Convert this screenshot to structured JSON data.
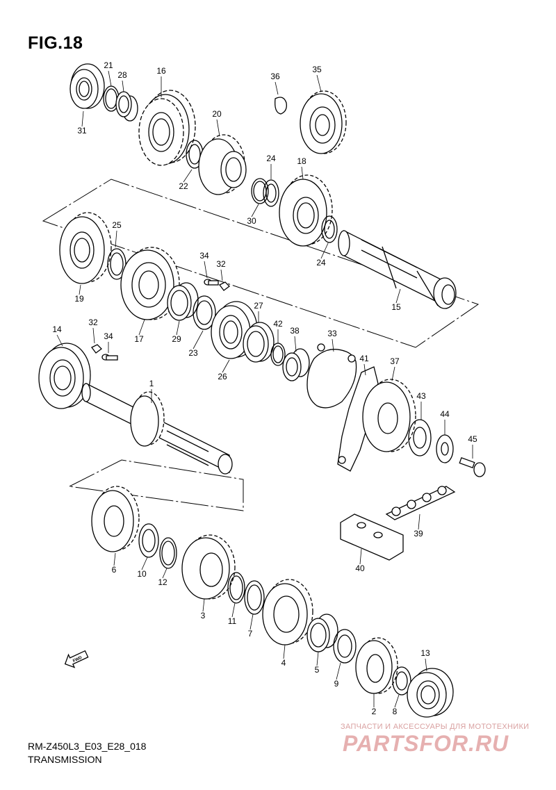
{
  "figure": {
    "title": "FIG.18",
    "code": "RM-Z450L3_E03_E28_018",
    "caption": "TRANSMISSION"
  },
  "watermark": {
    "tagline": "ЗАПЧАСТИ И АКСЕССУАРЫ ДЛЯ МОТОТЕХНИКИ",
    "logo": "PARTSFOR.RU",
    "color": "#e6b0b0"
  },
  "direction_badge": {
    "label": "FWD",
    "icon": "fwd-arrow-icon"
  },
  "callouts": [
    {
      "id": "c21",
      "text": "21"
    },
    {
      "id": "c28",
      "text": "28"
    },
    {
      "id": "c16",
      "text": "16"
    },
    {
      "id": "c31",
      "text": "31"
    },
    {
      "id": "c36",
      "text": "36"
    },
    {
      "id": "c35",
      "text": "35"
    },
    {
      "id": "c20",
      "text": "20"
    },
    {
      "id": "c22",
      "text": "22"
    },
    {
      "id": "c24a",
      "text": "24"
    },
    {
      "id": "c18",
      "text": "18"
    },
    {
      "id": "c30",
      "text": "30"
    },
    {
      "id": "c24b",
      "text": "24"
    },
    {
      "id": "c25",
      "text": "25"
    },
    {
      "id": "c19",
      "text": "19"
    },
    {
      "id": "c15",
      "text": "15"
    },
    {
      "id": "c34a",
      "text": "34"
    },
    {
      "id": "c32a",
      "text": "32"
    },
    {
      "id": "c17",
      "text": "17"
    },
    {
      "id": "c29",
      "text": "29"
    },
    {
      "id": "c23",
      "text": "23"
    },
    {
      "id": "c27",
      "text": "27"
    },
    {
      "id": "c26",
      "text": "26"
    },
    {
      "id": "c42",
      "text": "42"
    },
    {
      "id": "c38",
      "text": "38"
    },
    {
      "id": "c33",
      "text": "33"
    },
    {
      "id": "c14",
      "text": "14"
    },
    {
      "id": "c32b",
      "text": "32"
    },
    {
      "id": "c34b",
      "text": "34"
    },
    {
      "id": "c1",
      "text": "1"
    },
    {
      "id": "c41",
      "text": "41"
    },
    {
      "id": "c37",
      "text": "37"
    },
    {
      "id": "c43",
      "text": "43"
    },
    {
      "id": "c44",
      "text": "44"
    },
    {
      "id": "c45",
      "text": "45"
    },
    {
      "id": "c39",
      "text": "39"
    },
    {
      "id": "c40",
      "text": "40"
    },
    {
      "id": "c6",
      "text": "6"
    },
    {
      "id": "c10",
      "text": "10"
    },
    {
      "id": "c12",
      "text": "12"
    },
    {
      "id": "c3",
      "text": "3"
    },
    {
      "id": "c11",
      "text": "11"
    },
    {
      "id": "c7",
      "text": "7"
    },
    {
      "id": "c4",
      "text": "4"
    },
    {
      "id": "c5",
      "text": "5"
    },
    {
      "id": "c9",
      "text": "9"
    },
    {
      "id": "c13",
      "text": "13"
    },
    {
      "id": "c2",
      "text": "2"
    },
    {
      "id": "c8",
      "text": "8"
    }
  ]
}
